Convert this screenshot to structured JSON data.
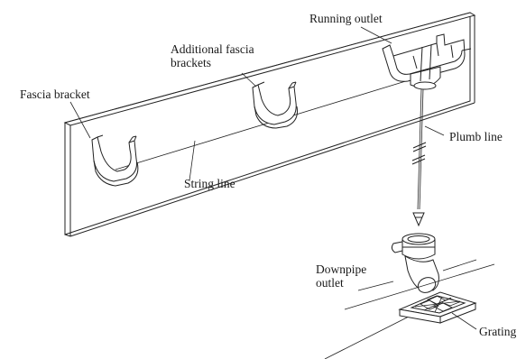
{
  "labels": {
    "fascia_bracket": "Fascia bracket",
    "additional_line1": "Additional fascia",
    "additional_line2": "brackets",
    "running_outlet": "Running outlet",
    "string_line": "String line",
    "plumb_line": "Plumb line",
    "downpipe_line1": "Downpipe",
    "downpipe_line2": "outlet",
    "grating": "Grating"
  },
  "colors": {
    "line": "#222222",
    "background": "#ffffff"
  }
}
